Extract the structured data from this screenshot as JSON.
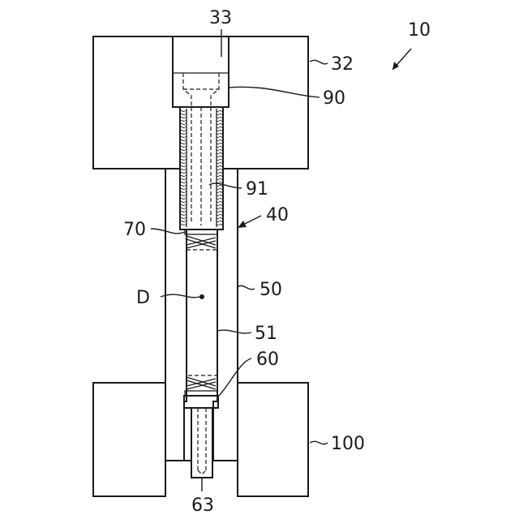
{
  "diagram": {
    "labels": {
      "assembly": "10",
      "upper_block": "32",
      "bolt_head_recess": "33",
      "tube": "40",
      "core": "50",
      "core_surface": "51",
      "upper_spring": "70",
      "lower_spring": "60",
      "lower_pin": "63",
      "bolt": "90",
      "bolt_axis": "91",
      "lower_block": "100",
      "dimension": "D"
    },
    "colors": {
      "line": "#1a1a1a",
      "background": "#ffffff"
    }
  }
}
